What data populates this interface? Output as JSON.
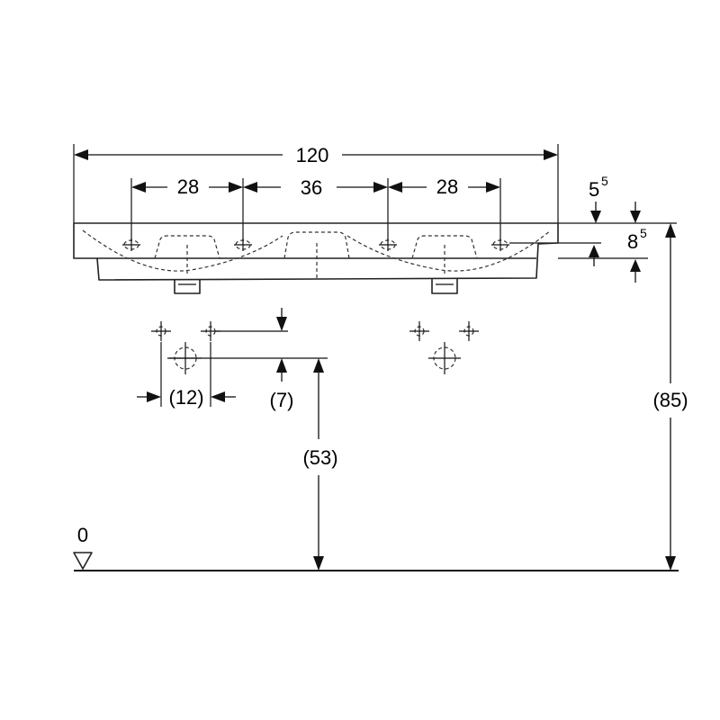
{
  "dimensions": {
    "total_width": "120",
    "left_spacing": "28",
    "center_spacing": "36",
    "right_spacing": "28",
    "rim_thickness_main": "5",
    "rim_thickness_exp": "5",
    "bowl_depth_main": "8",
    "bowl_depth_exp": "5",
    "tap_hole_spacing": "(12)",
    "drain_offset": "(7)",
    "drain_height": "(53)",
    "total_height": "(85)",
    "floor_level": "0"
  }
}
